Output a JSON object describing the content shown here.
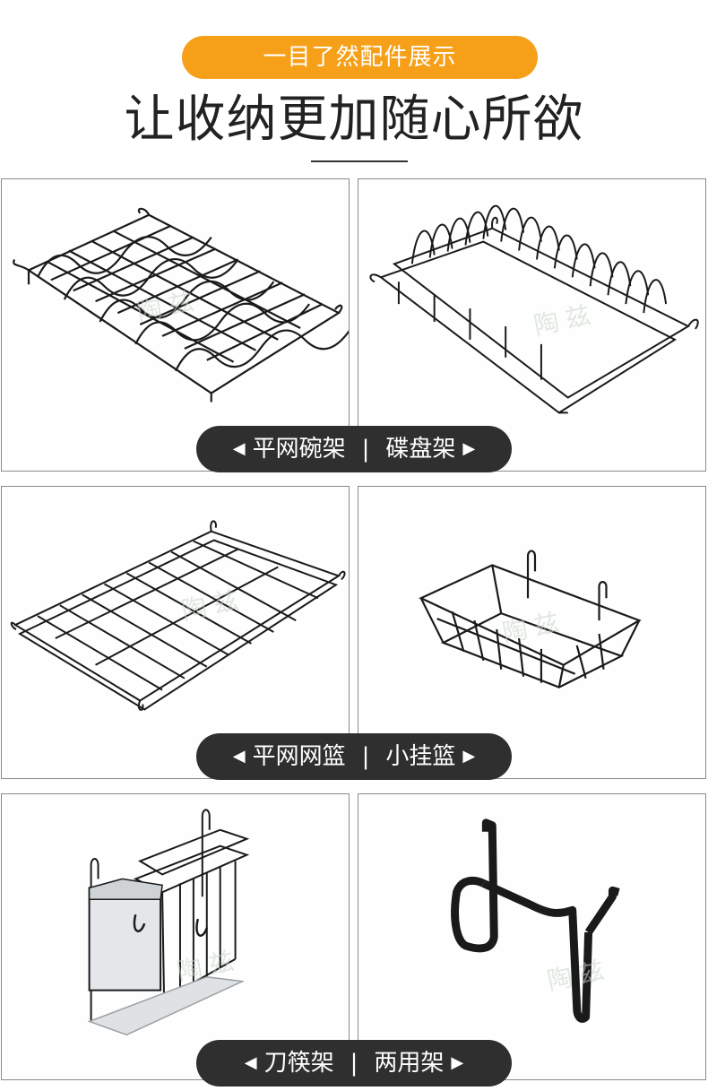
{
  "header": {
    "pill_text": "一目了然配件展示",
    "title": "让收纳更加随心所欲"
  },
  "watermark": "陶兹",
  "captions": [
    {
      "left_arrow": "◀",
      "left": "平网碗架",
      "sep": "|",
      "right": "碟盘架",
      "right_arrow": "▶"
    },
    {
      "left_arrow": "◀",
      "left": "平网网篮",
      "sep": "|",
      "right": "小挂篮",
      "right_arrow": "▶"
    },
    {
      "left_arrow": "◀",
      "left": "刀筷架",
      "sep": "|",
      "right": "两用架",
      "right_arrow": "▶"
    }
  ],
  "colors": {
    "accent": "#f6a019",
    "caption_bg": "#2f2f2f",
    "wire": "#1a1a1a"
  }
}
